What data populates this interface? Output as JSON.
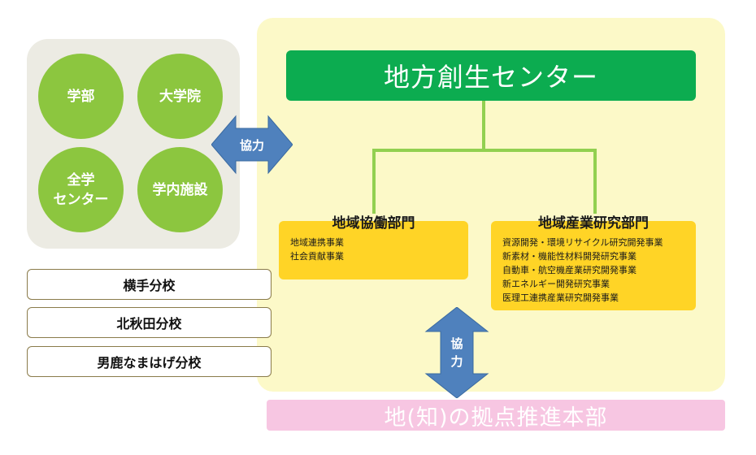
{
  "university_units": {
    "faculties": "学部",
    "graduate_school": "大学院",
    "campus_centers": "全学\nセンター",
    "facilities": "学内施設"
  },
  "cooperation_label_horizontal": "協力",
  "cooperation_label_vertical": "協\n力",
  "center_name": "地方創生センター",
  "departments": [
    {
      "title": "地域協働部門",
      "items": [
        "地域連携事業",
        "社会貢献事業"
      ]
    },
    {
      "title": "地域産業研究部門",
      "items": [
        "資源開発・環境リサイクル研究開発事業",
        "新素材・機能性材料開発研究事業",
        "自動車・航空機産業研究開発事業",
        "新エネルギー開発研究事業",
        "医理工連携産業研究開発事業"
      ]
    }
  ],
  "branches": [
    "横手分校",
    "北秋田分校",
    "男鹿なまはげ分校"
  ],
  "bottom_label": "地(知)の拠点推進本部",
  "colors": {
    "green_circle": "#8cc63f",
    "center_green": "#0cac50",
    "dept_yellow": "#ffd426",
    "panel_yellow": "#fcf9c8",
    "arrow_blue": "#4f81bd",
    "bottom_pink": "#f7c6e2"
  }
}
